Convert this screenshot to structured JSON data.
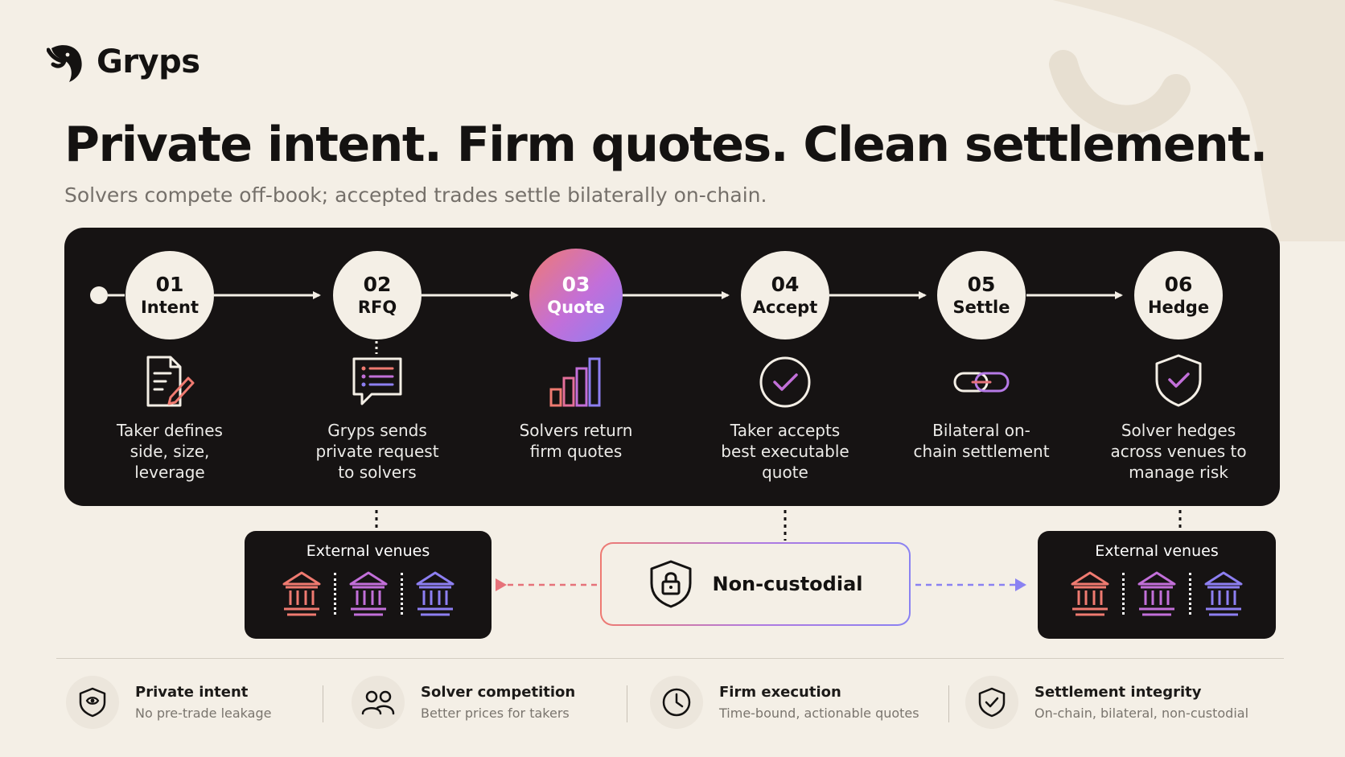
{
  "brand": {
    "name": "Gryps"
  },
  "headline": "Private intent. Firm quotes. Clean settlement.",
  "subheadline": "Solvers compete off-book; accepted trades settle bilaterally on-chain.",
  "steps": [
    {
      "num": "01",
      "label": "Intent",
      "desc": "Taker defines side, size, leverage",
      "icon": "document-pen-icon"
    },
    {
      "num": "02",
      "label": "RFQ",
      "desc": "Gryps sends private request to solvers",
      "icon": "chat-list-icon"
    },
    {
      "num": "03",
      "label": "Quote",
      "desc": "Solvers return firm quotes",
      "icon": "bar-chart-icon"
    },
    {
      "num": "04",
      "label": "Accept",
      "desc": "Taker accepts best executable quote",
      "icon": "check-circle-icon"
    },
    {
      "num": "05",
      "label": "Settle",
      "desc": "Bilateral on-chain settlement",
      "icon": "chain-link-icon"
    },
    {
      "num": "06",
      "label": "Hedge",
      "desc": "Solver hedges across venues to manage risk",
      "icon": "shield-check-icon"
    }
  ],
  "venues_left": {
    "title": "External venues",
    "icons": [
      "bank-icon",
      "bank-icon",
      "bank-icon"
    ]
  },
  "venues_right": {
    "title": "External venues",
    "icons": [
      "bank-icon",
      "bank-icon",
      "bank-icon"
    ]
  },
  "non_custodial": {
    "label": "Non-custodial",
    "icon": "shield-lock-icon"
  },
  "features": [
    {
      "title": "Private intent",
      "desc": "No pre-trade leakage",
      "icon": "shield-eye-icon"
    },
    {
      "title": "Solver competition",
      "desc": "Better prices for takers",
      "icon": "users-icon"
    },
    {
      "title": "Firm execution",
      "desc": "Time-bound, actionable quotes",
      "icon": "clock-icon"
    },
    {
      "title": "Settlement integrity",
      "desc": "On-chain, bilateral, non-custodial",
      "icon": "shield-check-icon"
    }
  ],
  "colors": {
    "background": "#f4efe6",
    "panel": "#161313",
    "accent_coral": "#f07a72",
    "accent_purple": "#c26fd9",
    "accent_blue": "#8d7ff2"
  }
}
